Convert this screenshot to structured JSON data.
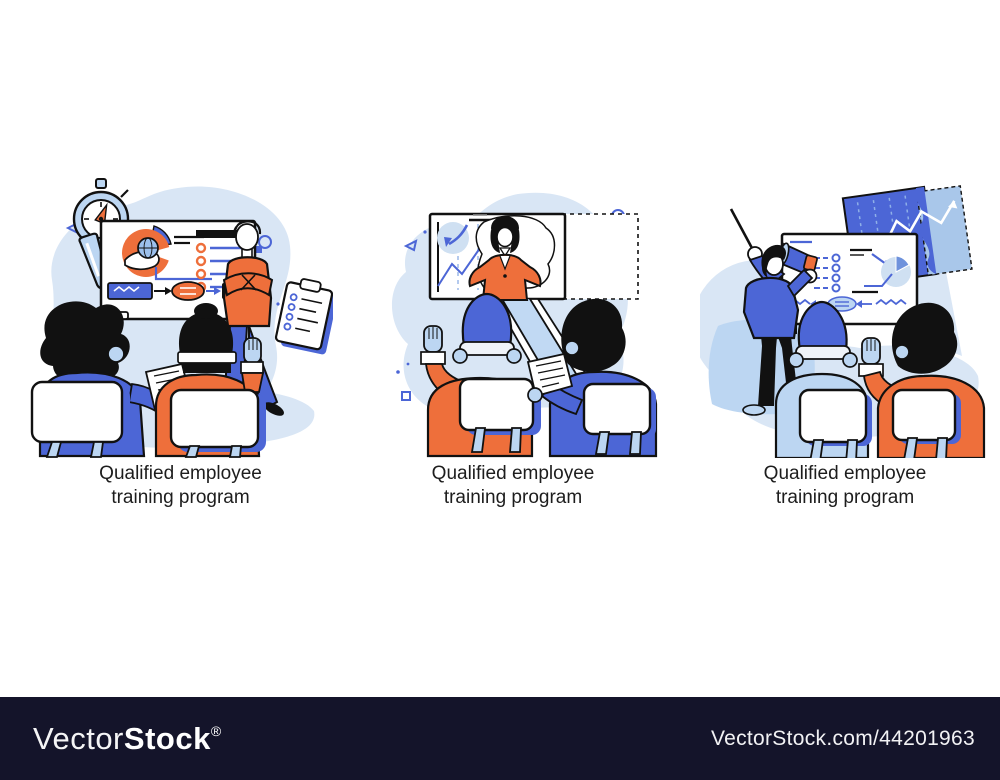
{
  "cards": [
    {
      "caption_line1": "Qualified employee",
      "caption_line2": "training program"
    },
    {
      "caption_line1": "Qualified employee",
      "caption_line2": "training program"
    },
    {
      "caption_line1": "Qualified employee",
      "caption_line2": "training program"
    }
  ],
  "watermark": {
    "brand_light": "Vector",
    "brand_bold": "Stock",
    "registered": "®",
    "url_text": "VectorStock.com/44201963"
  },
  "colors": {
    "accent_orange": "#EE6F3B",
    "accent_blue": "#4C66D6",
    "light_blue": "#BCD6F2",
    "pale_blue": "#D9E6F5",
    "outline_ink": "#111111",
    "watermark_bar": "#14142A"
  },
  "icons": [
    "stopwatch-icon",
    "exclamation-icon",
    "clipboard-icon",
    "whiteboard",
    "pie-globe-chart",
    "flowchart",
    "presenter",
    "trainees",
    "megaphone-icon",
    "pointer-stick",
    "growth-chart",
    "chart-poster"
  ]
}
